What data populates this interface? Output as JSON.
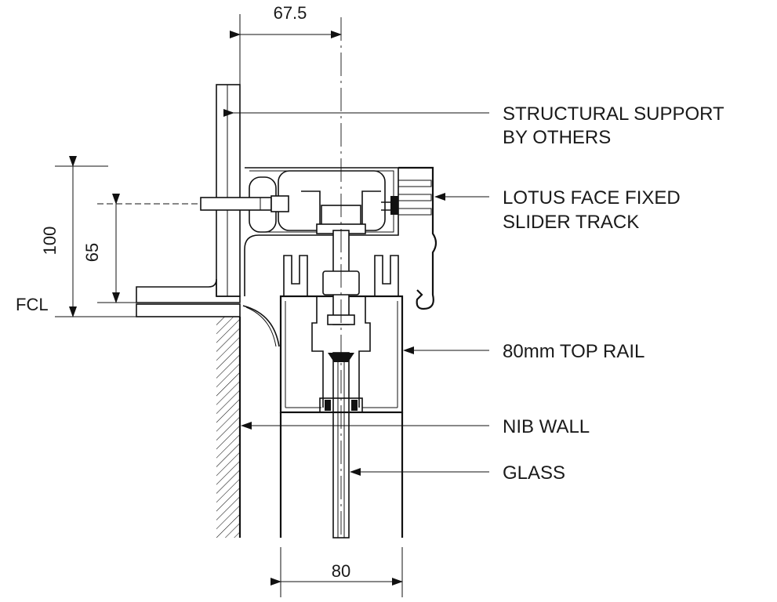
{
  "dimensions": {
    "top_width": "67.5",
    "bottom_width": "80",
    "height_outer": "100",
    "height_inner": "65",
    "floor_level": "FCL"
  },
  "callouts": [
    {
      "id": "structural",
      "lines": [
        "STRUCTURAL SUPPORT",
        "BY OTHERS"
      ]
    },
    {
      "id": "track",
      "lines": [
        "LOTUS FACE FIXED",
        "SLIDER TRACK"
      ]
    },
    {
      "id": "rail",
      "lines": [
        "80mm TOP RAIL"
      ]
    },
    {
      "id": "nib",
      "lines": [
        "NIB WALL"
      ]
    },
    {
      "id": "glass",
      "lines": [
        "GLASS"
      ]
    }
  ],
  "colors": {
    "line": "#111111",
    "background": "#ffffff"
  }
}
